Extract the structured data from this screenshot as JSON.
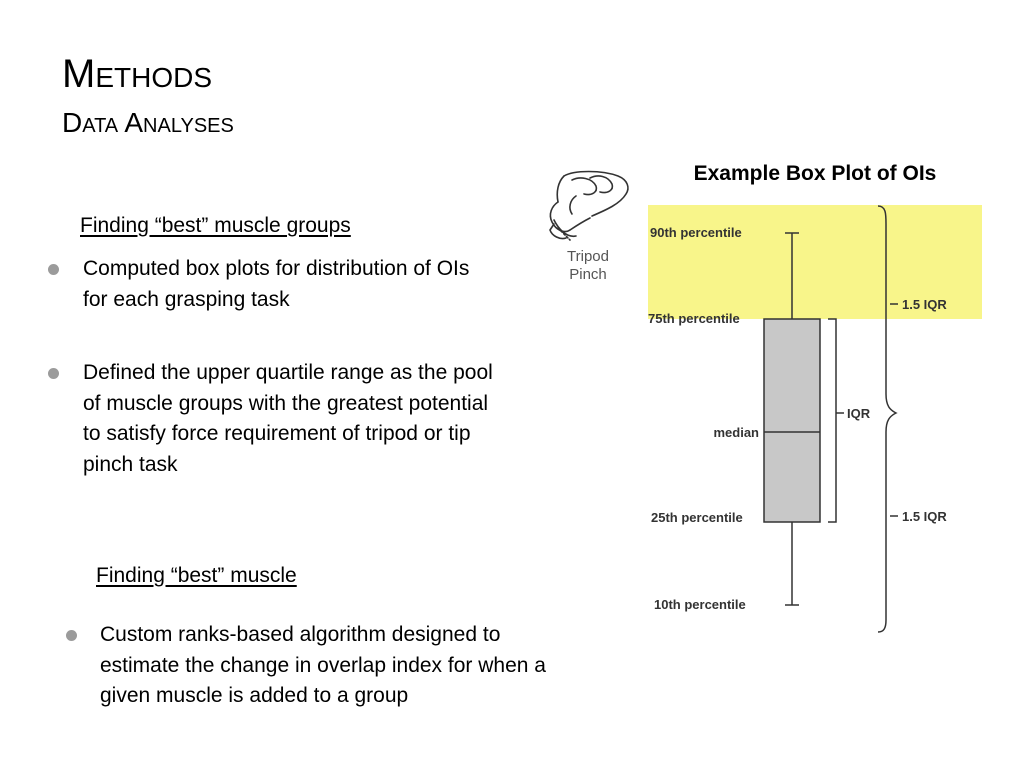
{
  "slide": {
    "title": "Methods",
    "subtitle": "Data Analyses"
  },
  "left": {
    "section1": {
      "heading": "Finding “best” muscle groups",
      "bullets": [
        "Computed box plots for distribution of OIs for each grasping task",
        "Defined the upper quartile range as the pool of muscle groups with the greatest potential to satisfy force requirement of tripod or tip pinch task"
      ]
    },
    "section2": {
      "heading": "Finding “best” muscle",
      "bullets": [
        "Custom ranks-based algorithm designed to estimate the change in overlap index for when a given muscle is added to a group"
      ]
    }
  },
  "figure": {
    "title": "Example Box Plot of OIs",
    "hand_icon": "tripod-pinch-hand-icon",
    "hand_label_line1": "Tripod",
    "hand_label_line2": "Pinch",
    "labels": {
      "p90": "90th percentile",
      "p75": "75th percentile",
      "median": "median",
      "p25": "25th percentile",
      "p10": "10th percentile",
      "iqr": "IQR",
      "iqr_upper": "1.5 IQR",
      "iqr_lower": "1.5 IQR"
    },
    "colors": {
      "highlight": "#f8f58a",
      "box_fill": "#c8c8c8",
      "bullet": "#9b9b9b"
    }
  }
}
